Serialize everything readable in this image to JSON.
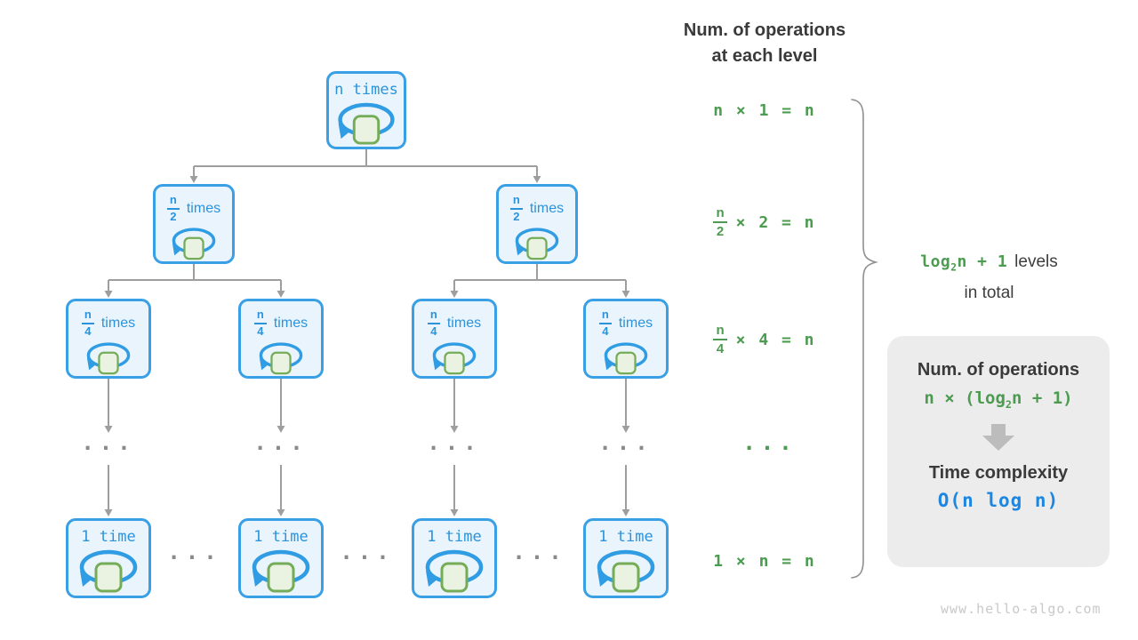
{
  "header": {
    "line1": "Num. of operations",
    "line2": "at each level"
  },
  "tree": {
    "root": {
      "label": "n times"
    },
    "half": {
      "num": "n",
      "den": "2",
      "word": "times"
    },
    "quarter": {
      "num": "n",
      "den": "4",
      "word": "times"
    },
    "leaf": {
      "label": "1 time"
    },
    "ellipsis": "..."
  },
  "equations": {
    "level1": "n × 1 = n",
    "level2": {
      "num": "n",
      "den": "2",
      "rest": "× 2 = n"
    },
    "level3": {
      "num": "n",
      "den": "4",
      "rest": "× 4 = n"
    },
    "dots": "...",
    "leaf": "1 × n = n"
  },
  "brace_note": {
    "green": "log",
    "sub": "2",
    "green_tail": "n + 1",
    "tail": "levels",
    "line2": "in total"
  },
  "panel": {
    "title": "Num. of operations",
    "formula_pre": "n × (log",
    "formula_sub": "2",
    "formula_tail": "n + 1)",
    "subtitle": "Time complexity",
    "complexity": "O(n log n)"
  },
  "watermark": "www.hello-algo.com",
  "colors": {
    "node_border": "#3aa0e6",
    "node_fill": "#eaf4fc",
    "node_text": "#2b93db",
    "loop_stroke": "#2f9ce3",
    "square_fill": "#eaf3e1",
    "square_stroke": "#74ac58",
    "green": "#4c9b50",
    "dark_text": "#3a3a3a",
    "connector_gray": "#9e9e9e",
    "panel_bg": "#ececec",
    "complexity_blue": "#1b87e2",
    "watermark_gray": "#c9c9c9"
  }
}
